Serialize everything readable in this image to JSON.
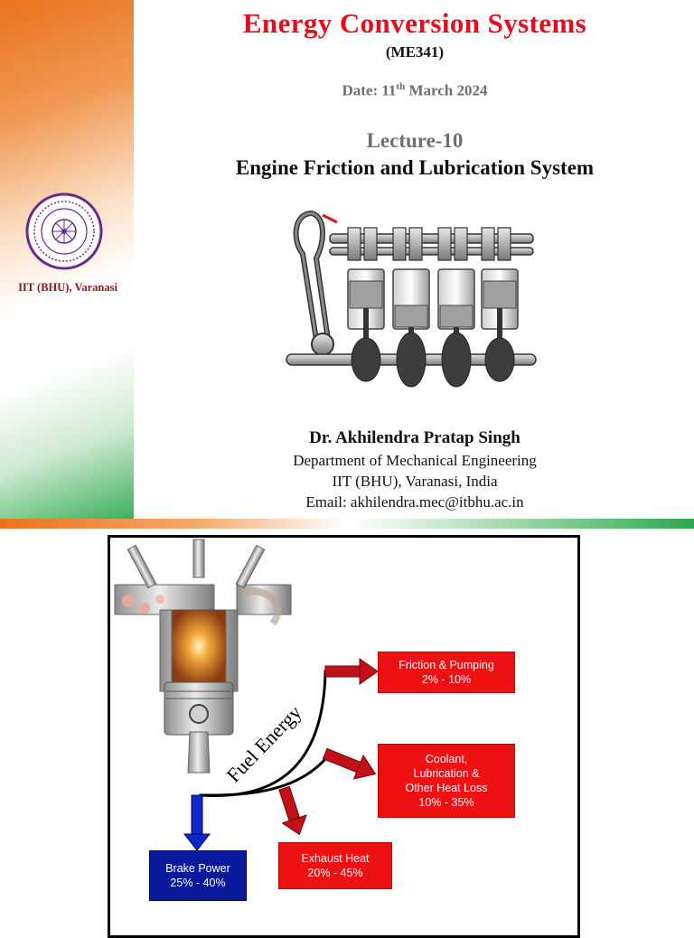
{
  "slide1": {
    "title": "Energy Conversion Systems",
    "course_code": "(ME341)",
    "date_prefix": "Date: 11",
    "date_sup": "th",
    "date_suffix": " March 2024",
    "lecture": "Lecture-10",
    "subtitle": "Engine Friction and Lubrication System",
    "institute_label": "IIT (BHU), Varanasi",
    "author": "Dr. Akhilendra Pratap Singh",
    "department": "Department of Mechanical Engineering",
    "institution": "IIT (BHU), Varanasi, India",
    "email": "Email: akhilendra.mec@itbhu.ac.in"
  },
  "slide2": {
    "fuel_label": "Fuel Energy",
    "friction": {
      "line1": "Friction & Pumping",
      "line2": "2% - 10%"
    },
    "coolant": {
      "line1": "Coolant,",
      "line2": "Lubrication &",
      "line3": "Other Heat Loss",
      "line4": "10% - 35%"
    },
    "exhaust": {
      "line1": "Exhaust Heat",
      "line2": "20% - 45%"
    },
    "brake": {
      "line1": "Brake Power",
      "line2": "25% - 40%"
    }
  },
  "colors": {
    "title_red": "#e0111d",
    "box_red": "#ee1111",
    "box_blue": "#0a1a9c",
    "arrow_red": "#c0111a",
    "saffron": "#e8731c",
    "green": "#2fa84f"
  }
}
